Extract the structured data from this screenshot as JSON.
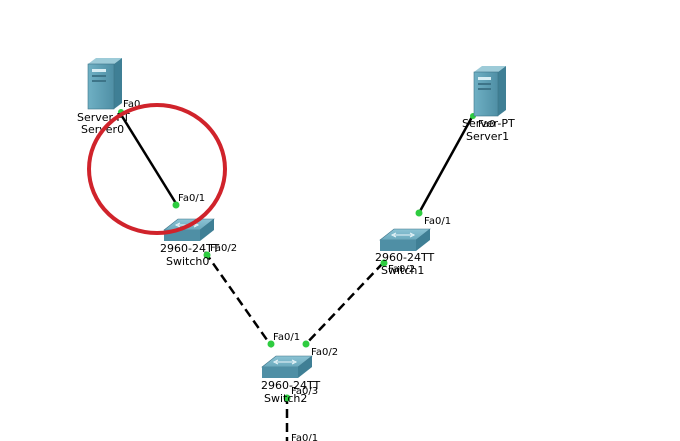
{
  "topology": {
    "devices": {
      "server0": {
        "model": "Server-PT",
        "name": "Server0"
      },
      "server1": {
        "model": "Server-PT",
        "name": "Server1"
      },
      "switch0": {
        "model": "2960-24TT",
        "name": "Switch0"
      },
      "switch1": {
        "model": "2960-24TT",
        "name": "Switch1"
      },
      "switch2": {
        "model": "2960-24TT",
        "name": "Switch2"
      }
    },
    "ports": {
      "server0_fa0": "Fa0",
      "switch0_fa01": "Fa0/1",
      "switch0_fa02": "Fa0/2",
      "server1_fa0": "Fa0",
      "switch1_fa01": "Fa0/1",
      "switch1_fa02": "Fa0/2",
      "switch2_fa01": "Fa0/1",
      "switch2_fa02": "Fa0/2",
      "switch2_fa03": "Fa0/3",
      "offscreen_fa01": "Fa0/1"
    },
    "colors": {
      "device": "#5a9bb0",
      "link_up": "#2ecc40",
      "annotation_circle": "#d0232b"
    }
  }
}
